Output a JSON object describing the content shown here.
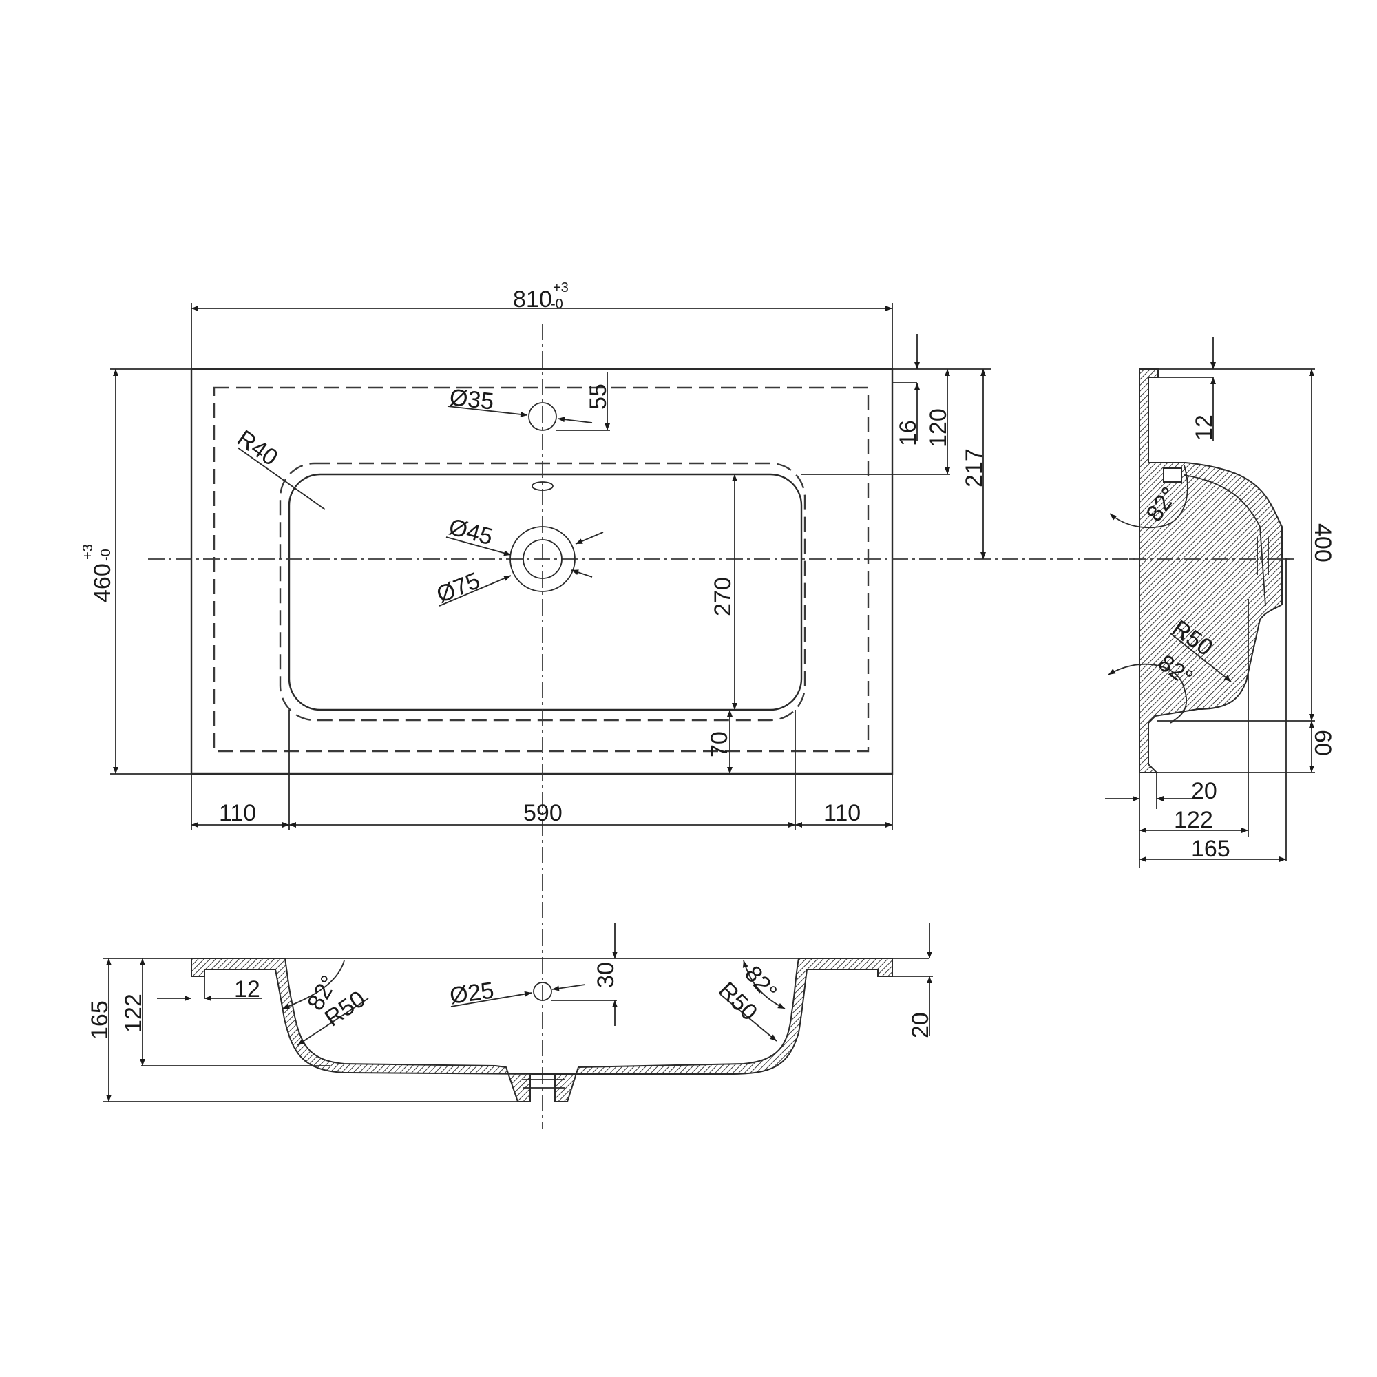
{
  "drawing": {
    "title": "Washbasin technical drawing",
    "colors": {
      "line": "#2a2a2a",
      "background": "#ffffff"
    },
    "top_view": {
      "overall_width": {
        "value": "810",
        "tol_plus": "+3",
        "tol_minus": "-0"
      },
      "overall_depth": {
        "value": "460",
        "tol_plus": "+3",
        "tol_minus": "-0"
      },
      "tap_hole": "Ø35",
      "tap_hole_offset": "55",
      "drain_inner": "Ø45",
      "drain_outer": "Ø75",
      "corner_radius": "R40",
      "bowl_depth_y": "270",
      "bowl_front_gap": "70",
      "side_margin_left": "110",
      "bowl_width": "590",
      "side_margin_right": "110",
      "rim_thickness": "16",
      "tap_to_bowl": "120",
      "back_to_drain": "217"
    },
    "side_view": {
      "lip": "12",
      "angle_top": "82°",
      "angle_bottom": "82°",
      "radius": "R50",
      "depth": "400",
      "front_lip_height": "60",
      "wall": "20",
      "inner_height": "122",
      "overall_height": "165"
    },
    "front_view": {
      "overall_height": "165",
      "inner_height": "122",
      "lip": "12",
      "angle_left": "82°",
      "radius_left": "R50",
      "overflow_hole": "Ø25",
      "overflow_offset": "30",
      "angle_right": "82°",
      "radius_right": "R50",
      "rim_thickness": "20"
    }
  }
}
